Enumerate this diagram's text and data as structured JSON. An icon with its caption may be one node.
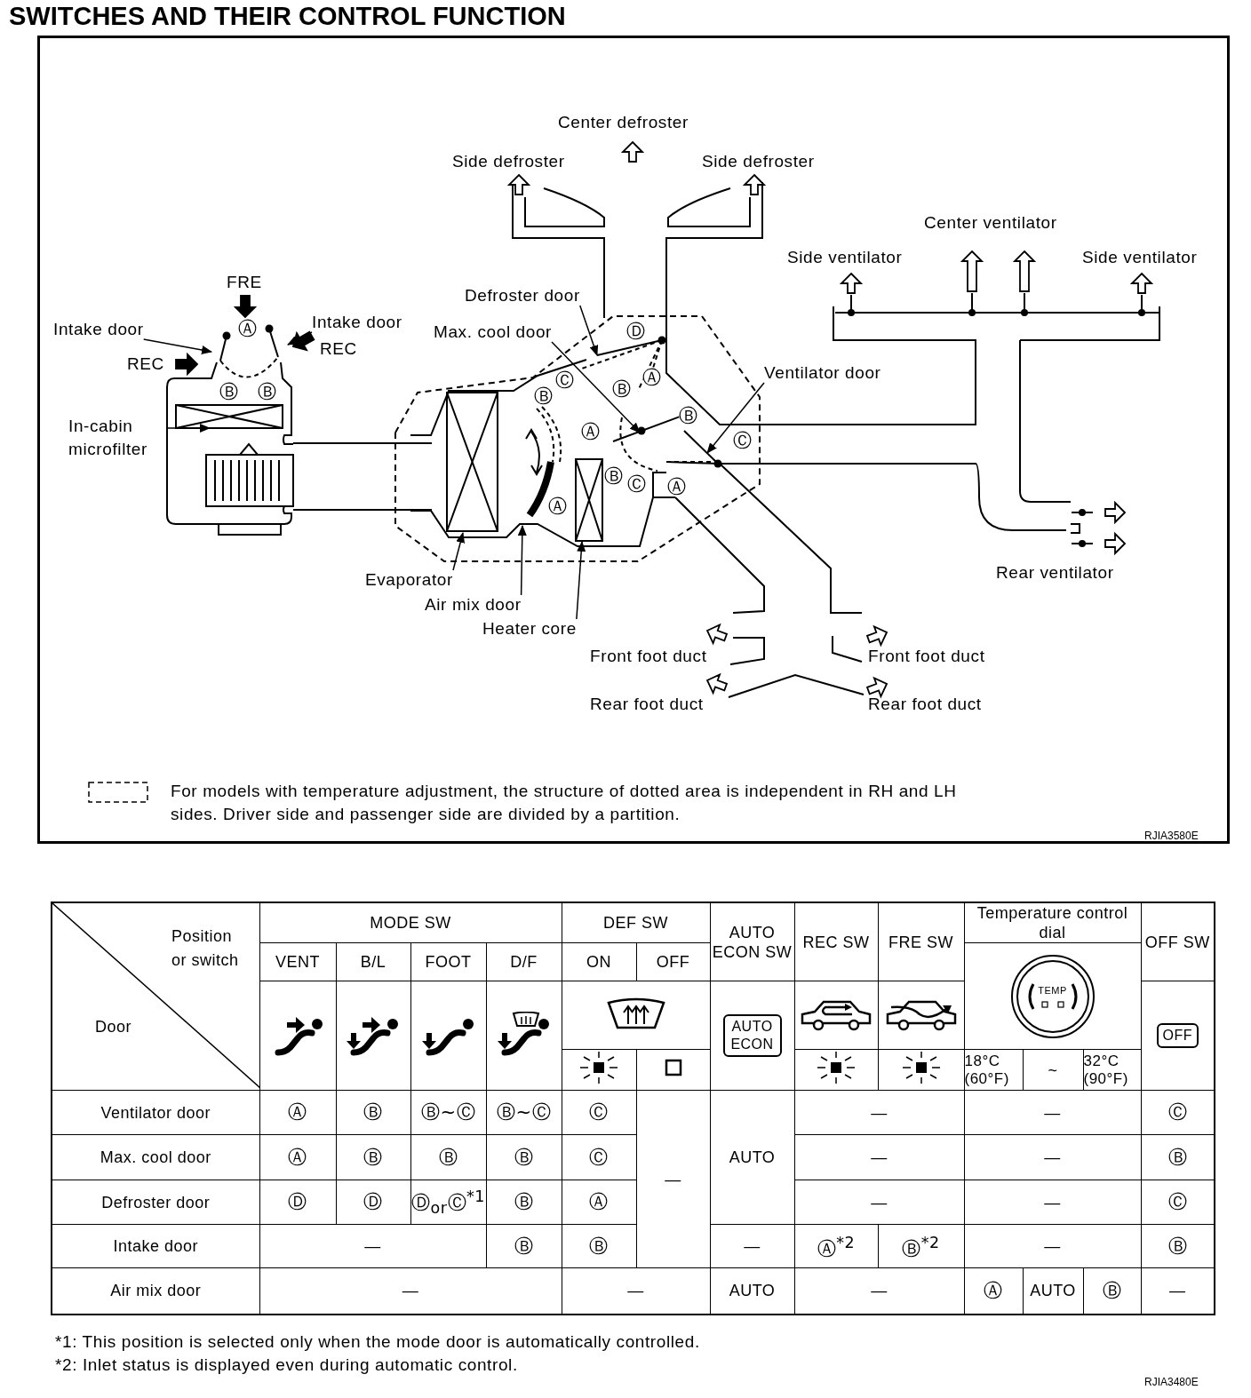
{
  "diagram": {
    "title": "SWITCHES AND THEIR CONTROL FUNCTION",
    "nodes": [
      {
        "text": [
          "Defroster door"
        ]
      },
      {
        "text": [
          "Intake door"
        ]
      },
      {
        "text": [
          "Intake door"
        ]
      },
      {
        "text": [
          "Max. cool door"
        ]
      },
      {
        "text": [
          "Ventilator door"
        ]
      },
      {
        "text": [
          "In-cabin microfilter"
        ]
      },
      {
        "text": [
          "Evaporator"
        ]
      },
      {
        "text": [
          "Air mix door"
        ]
      },
      {
        "text": [
          "Heater core"
        ]
      }
    ],
    "edges": [
      {
        "from": 0,
        "to": null,
        "arrow": "to"
      },
      {
        "from": 1,
        "to": null,
        "arrow": "to"
      },
      {
        "from": 2,
        "to": null,
        "arrow": "to"
      },
      {
        "from": 3,
        "to": null,
        "arrow": "to"
      },
      {
        "from": 4,
        "to": null,
        "arrow": "to"
      },
      {
        "from": 5,
        "to": null,
        "arrow": "to"
      },
      {
        "from": 6,
        "to": null,
        "arrow": "to"
      },
      {
        "from": 7,
        "to": null,
        "arrow": "to"
      },
      {
        "from": 8,
        "to": null,
        "arrow": "to"
      }
    ],
    "labels": [
      "Center defroster",
      "Side defroster",
      "Side defroster",
      "Center ventilator",
      "Side ventilator",
      "Side ventilator",
      "FRE",
      "REC",
      "REC",
      "Rear ventilator",
      "Front foot duct",
      "Front foot duct",
      "Rear foot duct",
      "Rear foot duct",
      "RJIA3580E",
      "Ⓐ",
      "Ⓑ",
      "Ⓑ",
      "Ⓓ",
      "Ⓒ",
      "Ⓑ",
      "Ⓐ",
      "Ⓑ",
      "Ⓐ",
      "Ⓑ",
      "Ⓒ",
      "Ⓑ",
      "Ⓒ",
      "Ⓐ",
      "Ⓐ",
      "Position or switch",
      "Door",
      "MODE SW",
      "DEF SW",
      "AUTO ECON SW",
      "REC SW",
      "FRE SW",
      "Temperature control dial",
      "OFF SW",
      "VENT",
      "B/L",
      "FOOT",
      "D/F",
      "ON",
      "OFF",
      "TEMP",
      "AUTO ECON",
      "OFF",
      "18°C (60°F)",
      "~",
      "32°C (90°F)",
      "Ventilator door",
      "Ⓐ",
      "Ⓑ",
      "Ⓑ~Ⓒ",
      "Ⓑ~Ⓒ",
      "Ⓒ",
      "—",
      "AUTO",
      "—",
      "—",
      "Ⓒ",
      "Max. cool door",
      "Ⓐ",
      "Ⓑ",
      "Ⓑ",
      "Ⓑ",
      "Ⓒ",
      "—",
      "—",
      "Ⓑ",
      "Defroster door",
      "Ⓓ",
      "Ⓓ",
      "Ⓓ$_{or}$Ⓒ$^{*1}$",
      "Ⓑ",
      "Ⓐ",
      "—",
      "—",
      "Ⓒ",
      "Intake door",
      "—",
      "Ⓑ",
      "Ⓑ",
      "—",
      "Ⓐ$^{*2}$",
      "Ⓑ$^{*2}$",
      "—",
      "Ⓑ",
      "Air mix door",
      "—",
      "—",
      "AUTO",
      "—",
      "Ⓐ",
      "AUTO",
      "Ⓑ",
      "—",
      "*1: This position is selected only when the mode door is automatically controlled.",
      "*2: Inlet status is displayed even during automatic control.",
      "RJIA3480E"
    ],
    "legend": [
      {
        "text": "For models with temperature adjustment, the structure of dotted area is independent in RH and LH sides. Driver side and passenger side are divided by a partition."
      }
    ]
  }
}
